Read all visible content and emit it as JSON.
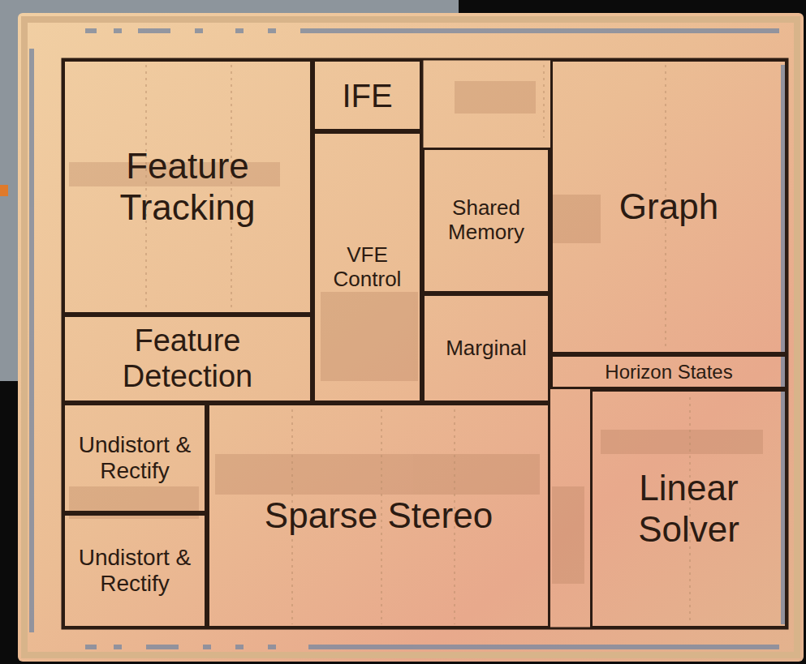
{
  "diagram": {
    "nodes": [
      {
        "text": [
          "Feature Tracking"
        ]
      },
      {
        "text": [
          "IFE"
        ]
      },
      {
        "text": [
          "Graph"
        ]
      },
      {
        "text": [
          "VFE Control"
        ]
      },
      {
        "text": [
          "Shared Memory"
        ]
      },
      {
        "text": [
          "Marginal"
        ]
      },
      {
        "text": [
          "Feature Detection"
        ]
      },
      {
        "text": [
          "Horizon States"
        ]
      },
      {
        "text": [
          "Undistort & Rectify"
        ]
      },
      {
        "text": [
          "Sparse Stereo"
        ]
      },
      {
        "text": [
          "Linear Solver"
        ]
      },
      {
        "text": [
          "Undistort & Rectify"
        ]
      }
    ]
  }
}
